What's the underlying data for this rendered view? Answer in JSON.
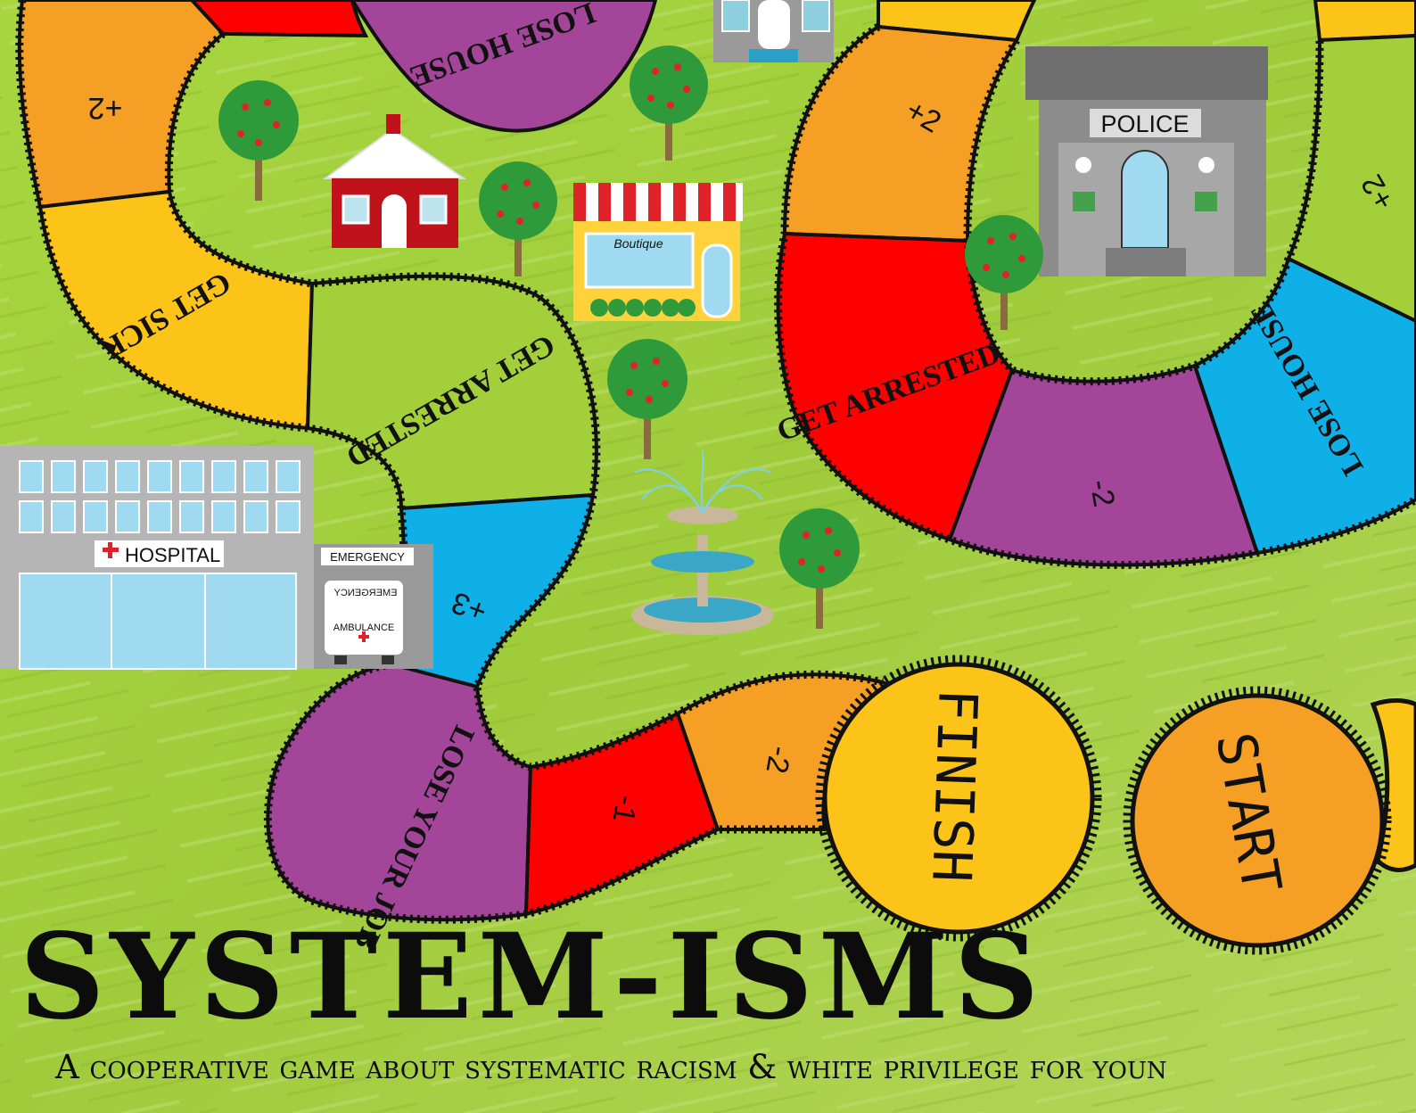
{
  "colors": {
    "grass": "#9fce3c",
    "orange": "#f5a024",
    "yellow": "#fcc419",
    "red": "#ff0000",
    "purple": "#a34599",
    "blue": "#0fb0e8",
    "green": "#a3cf3a",
    "outline": "#111111"
  },
  "board": {
    "spaces": {
      "top_left_lose_house": "LOSE HOUSE",
      "top_left_plus2": "+2",
      "get_sick": "GET SICK",
      "left_get_arrested": "GET ARRESTED",
      "plus3": "+3",
      "lose_your_job": "LOSE YOUR JOB",
      "minus1": "-1",
      "minus2_bottom": "-2",
      "finish": "FINISH",
      "start": "START",
      "right_plus2": "+2",
      "right_get_arrested": "GET ARRESTED",
      "minus2_right": "-2",
      "right_lose_house": "LOSE HOUSE",
      "far_right_plus2": "+2"
    }
  },
  "buildings": {
    "police": "POLICE",
    "hospital": "HOSPITAL",
    "emergency": "EMERGENCY",
    "ambulance_mirrored": "EMERGENCY",
    "ambulance": "AMBULANCE",
    "boutique": "Boutique"
  },
  "icons": [
    "tree-icon",
    "house-icon",
    "boutique-icon",
    "fountain-icon",
    "police-station-icon",
    "hospital-icon",
    "ambulance-icon"
  ],
  "title": "SYSTEM-ISMS",
  "subtitle": "A cooperative game about systematic racism & white privilege for youn"
}
